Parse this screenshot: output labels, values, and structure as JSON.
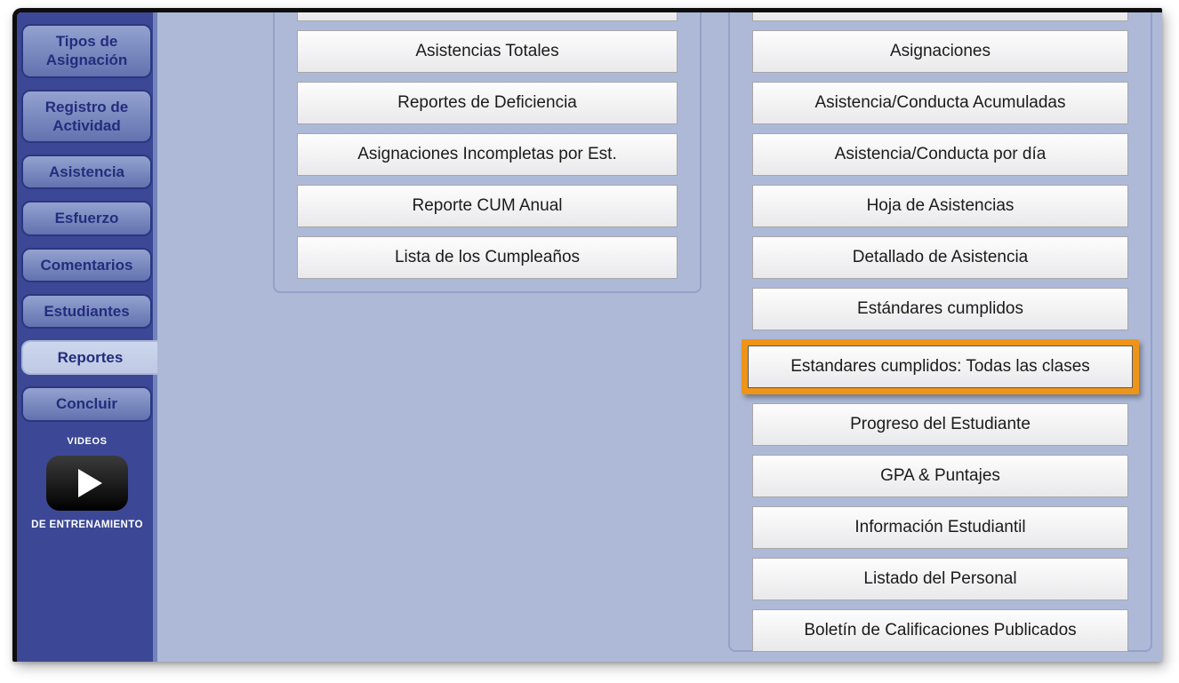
{
  "sidebar": {
    "tabs": [
      {
        "label": "Tipos de Asignación",
        "active": false
      },
      {
        "label": "Registro de Actividad",
        "active": false
      },
      {
        "label": "Asistencia",
        "active": false
      },
      {
        "label": "Esfuerzo",
        "active": false
      },
      {
        "label": "Comentarios",
        "active": false
      },
      {
        "label": "Estudiantes",
        "active": false
      },
      {
        "label": "Reportes",
        "active": true
      },
      {
        "label": "Concluir",
        "active": false
      }
    ],
    "videos": {
      "label_top": "VIDEOS",
      "label_bottom": "DE ENTRENAMIENTO",
      "icon": "play-icon"
    }
  },
  "main": {
    "left_panel": {
      "has_cutoff_button_top": true,
      "buttons": [
        "Asistencias Totales",
        "Reportes de Deficiencia",
        "Asignaciones Incompletas por Est.",
        "Reporte CUM Anual",
        "Lista de los Cumpleaños"
      ]
    },
    "right_panel": {
      "has_cutoff_button_top": true,
      "highlighted_index": 6,
      "buttons": [
        "Asignaciones",
        "Asistencia/Conducta Acumuladas",
        "Asistencia/Conducta por día",
        "Hoja de Asistencias",
        "Detallado de Asistencia",
        "Estándares cumplidos",
        "Estandares cumplidos: Todas las clases",
        "Progreso del Estudiante",
        "GPA & Puntajes",
        "Información Estudiantil",
        "Listado del Personal",
        "Boletín de Calificaciones Publicados"
      ]
    }
  },
  "colors": {
    "sidebar_background": "#3c4896",
    "sidebar_tab": "#7282bd",
    "sidebar_tab_text": "#232d7d",
    "active_tab_background": "#c5cfe7",
    "main_background": "#aeb9d8",
    "panel_border": "#93a1ca",
    "button_background": "#f3f3f4",
    "button_border": "#a7a7a7",
    "highlight_orange": "#ee9418",
    "frame_border": "#0d0d0d"
  }
}
